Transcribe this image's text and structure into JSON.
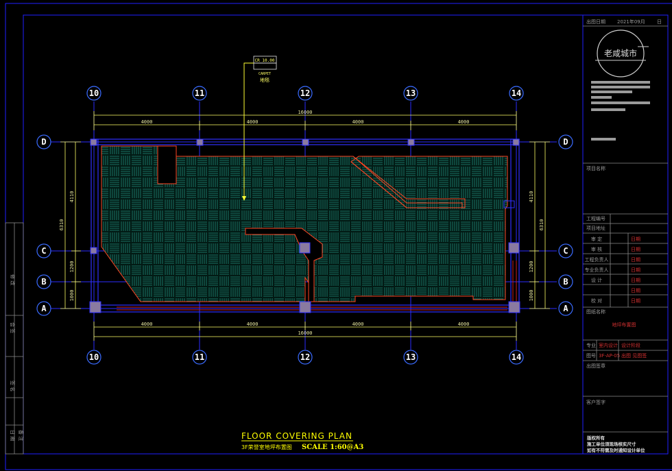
{
  "drawing": {
    "title_en": "FLOOR COVERING PLAN",
    "title_cn": "3F荣誉室地坪布置图",
    "scale": "SCALE 1:60@A3"
  },
  "grid": {
    "columns": [
      "10",
      "11",
      "12",
      "13",
      "14"
    ],
    "rows": [
      "D",
      "C",
      "B",
      "A"
    ],
    "spans_horizontal": [
      "4000",
      "4000",
      "4000",
      "4000"
    ],
    "total_horizontal": "16000",
    "left_dims": [
      "4110",
      "1200",
      "1000"
    ],
    "left_total": "6310",
    "right_dims": [
      "4110",
      "1200",
      "1000"
    ],
    "right_total": "6310"
  },
  "legend_tag": {
    "code": "CR 10.00",
    "english": "CARPET",
    "chinese": "地毯"
  },
  "title_block": {
    "date_label": "出图日期",
    "date_value": "2021年09月",
    "date_day": "日",
    "logo_text": "老咸城市",
    "project_name_label": "项目名称",
    "project_no_label": "工程编号",
    "project_location_label": "项目地址",
    "roles": [
      {
        "label": "审 定",
        "sign": "日期"
      },
      {
        "label": "审 核",
        "sign": "日期"
      },
      {
        "label": "工程负责人",
        "sign": "日期"
      },
      {
        "label": "专业负责人",
        "sign": "日期"
      },
      {
        "label": "设 计",
        "sign": "日期"
      },
      {
        "label": "",
        "sign": "日期"
      },
      {
        "label": "校 对",
        "sign": "日期"
      }
    ],
    "drawing_name_label": "图纸名称",
    "drawing_name": "地坪布置图",
    "specialty_label": "专业",
    "specialty_value": "室内设计",
    "stage_value": "设计阶段",
    "drawing_no_label": "图号",
    "drawing_no": "3F-AP-05",
    "stage2": "出图 见图签",
    "issue_sign_label": "出图签章",
    "client_sign_label": "客户签字",
    "notes": [
      "版权所有",
      "施工单位须现场核实尺寸",
      "如有不符需及时通知设计单位"
    ]
  },
  "left_strip": [
    "修 改",
    "会 签",
    "签 名",
    "日 期",
    "备 注"
  ],
  "colors": {
    "frame": "#1f1fff",
    "wall": "#3030ff",
    "floor_edge": "#ff4422",
    "floor_hatch": "#1f8a7a",
    "column": "#8a7aa0",
    "leader": "#ffff33",
    "title": "#ffff00"
  }
}
